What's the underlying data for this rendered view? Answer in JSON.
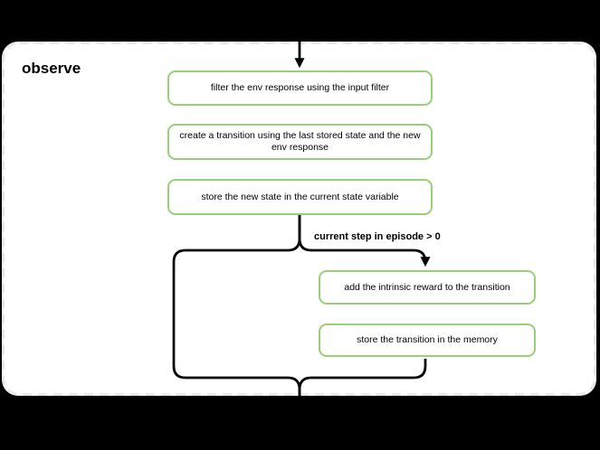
{
  "diagram": {
    "title": "observe",
    "nodes": [
      {
        "id": "filter-env-response",
        "label": "filter the env response using the input filter"
      },
      {
        "id": "create-transition",
        "label": "create a transition using the last stored state and the new env response"
      },
      {
        "id": "store-new-state",
        "label": "store the new state in the current state variable"
      },
      {
        "id": "add-intrinsic-reward",
        "label": "add the intrinsic reward to the transition"
      },
      {
        "id": "store-transition",
        "label": "store the transition in the memory"
      }
    ],
    "condition_label": "current step in episode > 0",
    "colors": {
      "canvas_background": "#000000",
      "group_fill": "#ffffff",
      "group_border": "#e8e8e8",
      "node_border": "#97d077",
      "node_fill": "#ffffff",
      "connector": "#000000",
      "text": "#000000"
    }
  }
}
